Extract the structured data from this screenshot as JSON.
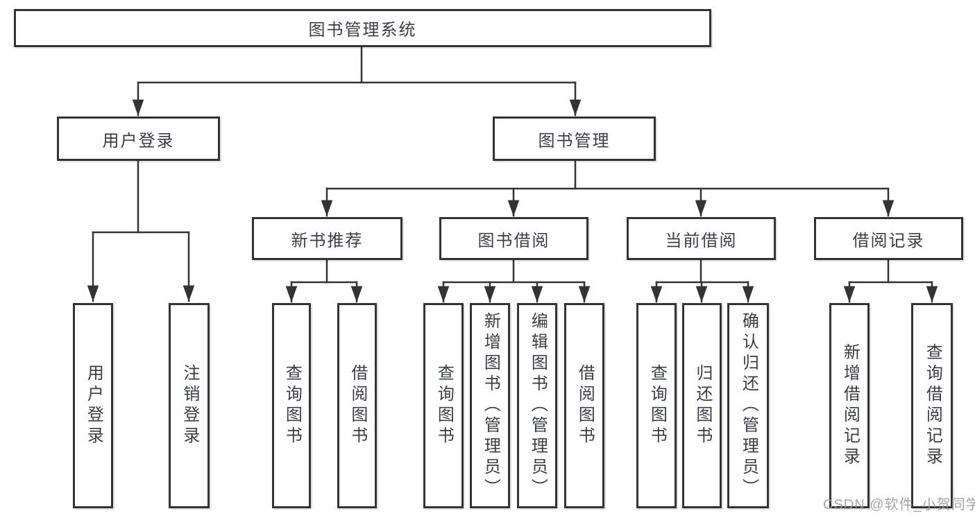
{
  "diagram": {
    "type": "tree",
    "title": "图书管理系统",
    "colors": {
      "line": "#333333",
      "box_border": "#333333",
      "text": "#3a3d44",
      "background": "#ffffff",
      "watermark_text_color": "#969696"
    },
    "tree": {
      "label": "图书管理系统",
      "children": [
        {
          "label": "用户登录",
          "children": [
            {
              "label": "用户登录"
            },
            {
              "label": "注销登录"
            }
          ]
        },
        {
          "label": "图书管理",
          "children": [
            {
              "label": "新书推荐",
              "children": [
                {
                  "label": "查询图书"
                },
                {
                  "label": "借阅图书"
                }
              ]
            },
            {
              "label": "图书借阅",
              "children": [
                {
                  "label": "查询图书"
                },
                {
                  "label": "新增图书（管理员）"
                },
                {
                  "label": "编辑图书（管理员）"
                },
                {
                  "label": "借阅图书"
                }
              ]
            },
            {
              "label": "当前借阅",
              "children": [
                {
                  "label": "查询图书"
                },
                {
                  "label": "归还图书"
                },
                {
                  "label": "确认归还（管理员）"
                }
              ]
            },
            {
              "label": "借阅记录",
              "children": [
                {
                  "label": "新增借阅记录"
                },
                {
                  "label": "查询借阅记录"
                }
              ]
            }
          ]
        }
      ]
    },
    "watermark": {
      "text": "CSDN @软件_小贺同学"
    }
  }
}
